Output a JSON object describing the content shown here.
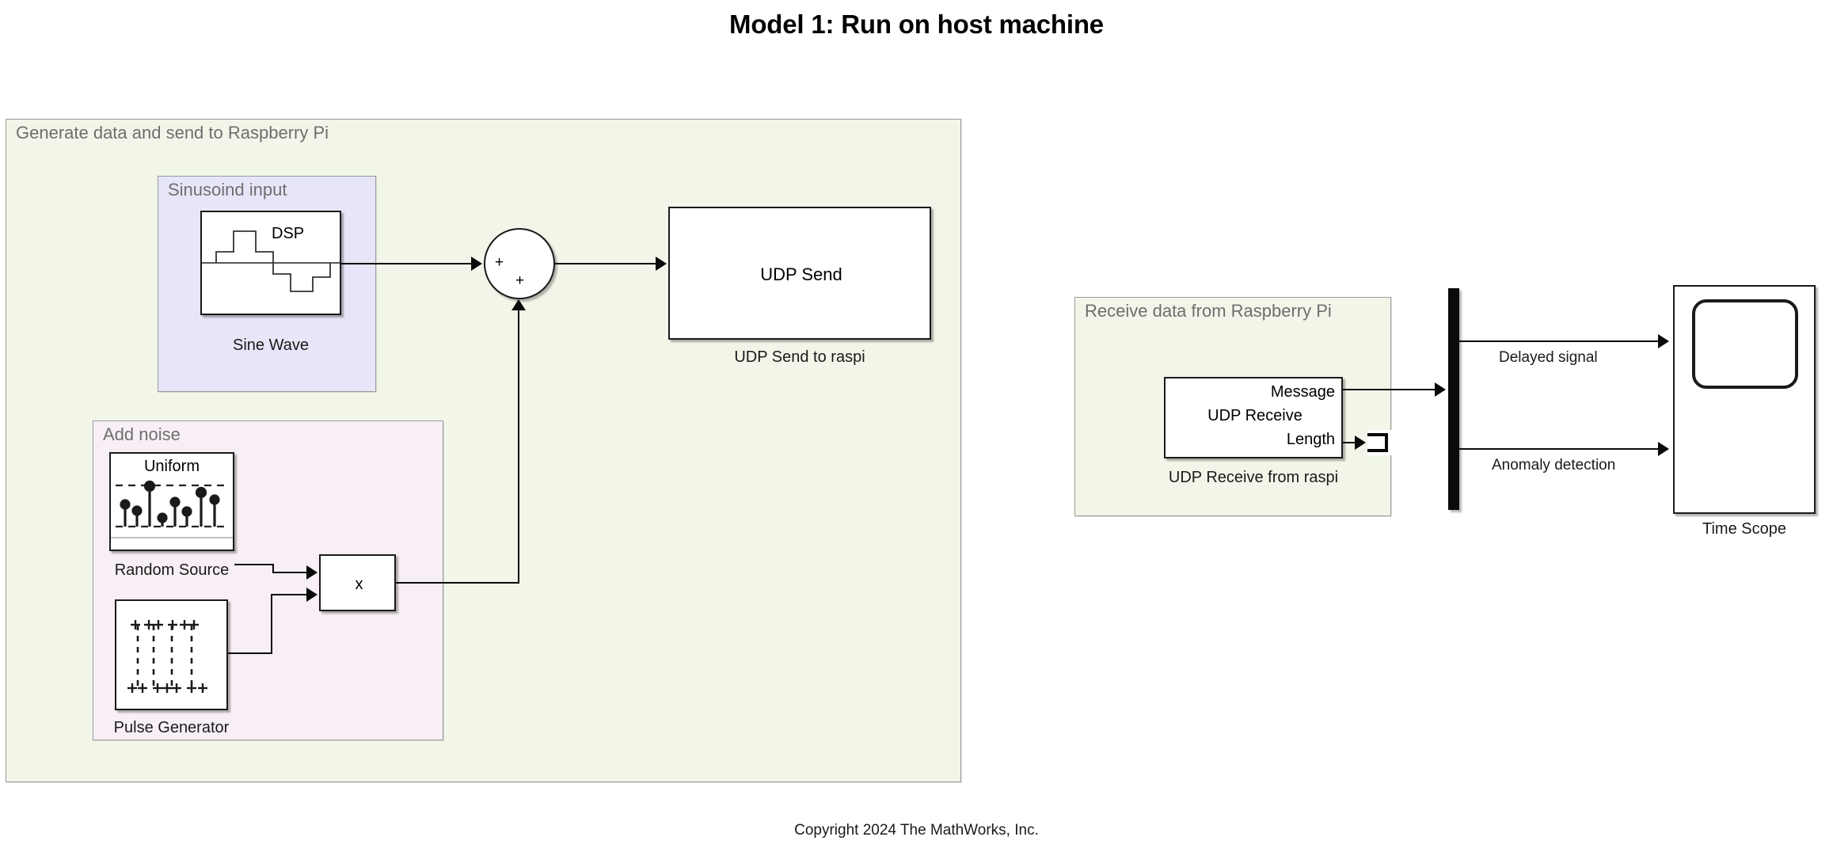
{
  "page": {
    "title": "Model 1: Run on host machine",
    "copyright": "Copyright 2024 The MathWorks, Inc."
  },
  "areas": {
    "generate": {
      "label": "Generate data and send to Raspberry Pi",
      "bg": "#f1f6e9",
      "border": "#9a9a9a"
    },
    "sinusoid": {
      "label": "Sinusoind input",
      "bg": "#e6e6f8",
      "border": "#9a9a9a"
    },
    "noise": {
      "label": "Add noise",
      "bg": "#f7eff5",
      "border": "#9a9a9a"
    },
    "receive": {
      "label": "Receive data from Raspberry Pi",
      "bg": "#f1f6e9",
      "border": "#9a9a9a"
    }
  },
  "blocks": {
    "sine_wave": {
      "caption": "Sine Wave",
      "icon_text": "DSP",
      "icon": "dsp-sine-wave-icon"
    },
    "random_source": {
      "caption": "Random Source",
      "icon_text": "Uniform",
      "icon": "stem-plot-icon"
    },
    "pulse_generator": {
      "caption": "Pulse Generator",
      "icon": "pulse-train-icon"
    },
    "product": {
      "label": "x"
    },
    "sum": {
      "sign_top": "+",
      "sign_bottom": "+"
    },
    "udp_send": {
      "label": "UDP Send",
      "caption": "UDP Send to raspi"
    },
    "udp_receive": {
      "label": "UDP Receive",
      "caption": "UDP Receive from raspi",
      "port_message": "Message",
      "port_length": "Length"
    },
    "terminator": {
      "name": "Terminator"
    },
    "demux": {
      "name": "Demux"
    },
    "time_scope": {
      "caption": "Time Scope"
    }
  },
  "signals": {
    "delayed": "Delayed signal",
    "anomaly": "Anomaly detection"
  },
  "colors": {
    "canvas": "#ffffff",
    "green_area": "#f1f6e9",
    "lavender_area": "#e6e6f8",
    "pink_area": "#f7eff5",
    "wire": "#0a0a0a",
    "area_label": "#6e6e6e"
  }
}
